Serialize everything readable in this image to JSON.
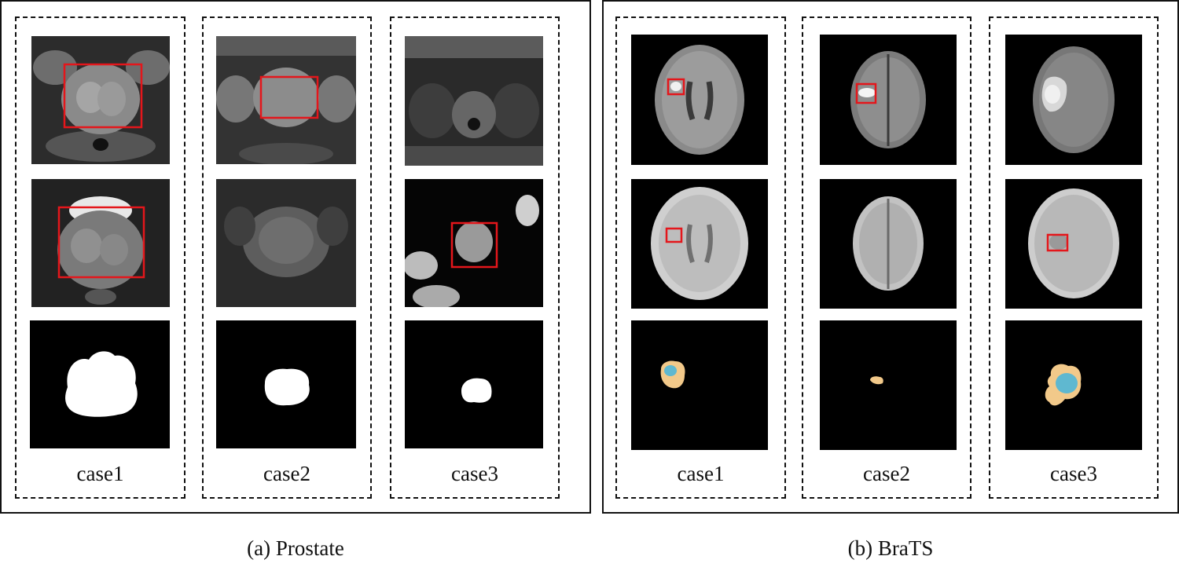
{
  "figure": {
    "panels": [
      {
        "id": "prostate",
        "caption": "(a) Prostate",
        "cases": [
          {
            "label": "case1",
            "rows": [
              "t2-mri-with-roi-box",
              "adc-mri-with-roi-box",
              "binary-mask"
            ]
          },
          {
            "label": "case2",
            "rows": [
              "t2-mri-with-roi-box",
              "adc-mri",
              "binary-mask"
            ]
          },
          {
            "label": "case3",
            "rows": [
              "t2-mri",
              "adc-mri-with-roi-box",
              "binary-mask"
            ]
          }
        ]
      },
      {
        "id": "brats",
        "caption": "(b) BraTS",
        "cases": [
          {
            "label": "case1",
            "rows": [
              "flair-mri-with-roi-box",
              "t1-mri-with-roi-box",
              "tumor-label-map"
            ]
          },
          {
            "label": "case2",
            "rows": [
              "flair-mri-with-roi-box",
              "t1-mri",
              "tumor-label-map"
            ]
          },
          {
            "label": "case3",
            "rows": [
              "flair-mri",
              "t1-mri-with-roi-box",
              "tumor-label-map"
            ]
          }
        ]
      }
    ],
    "colors": {
      "roi_box": "#e4161b",
      "mask": "#ffffff",
      "edema": "#f2c98a",
      "tumor_core": "#5fb8d0"
    }
  }
}
